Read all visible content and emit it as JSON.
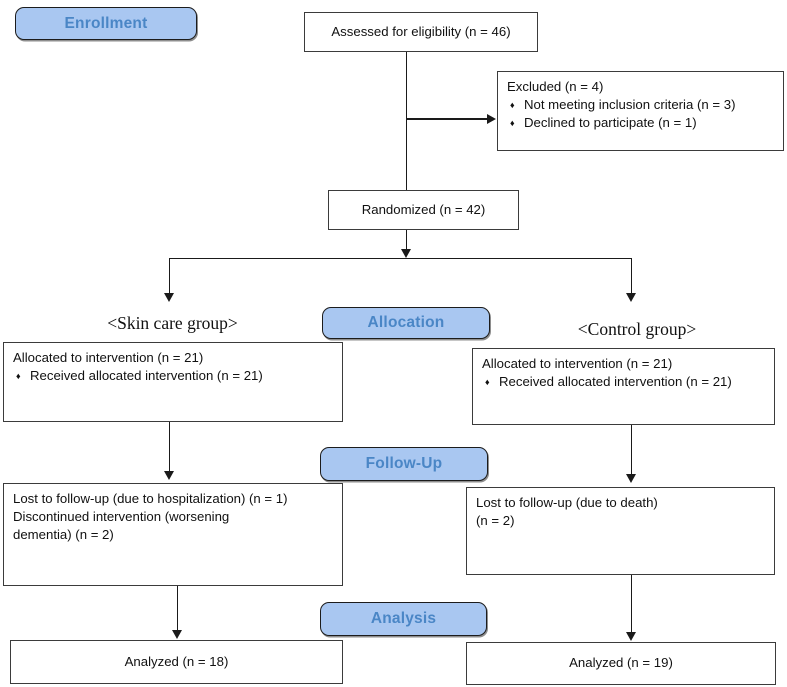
{
  "diagram_title": "CONSORT participant flow diagram",
  "bullet_char": "♦",
  "colors": {
    "stage_fill": "#a9c7f1",
    "stage_text": "#4a86c6",
    "box_border": "#3b3b3b",
    "line": "#1a1a1a",
    "background": "#ffffff"
  },
  "stages": {
    "enrollment": "Enrollment",
    "allocation": "Allocation",
    "followup": "Follow-Up",
    "analysis": "Analysis"
  },
  "boxes": {
    "assessed": {
      "text": "Assessed for eligibility (n = 46)"
    },
    "excluded": {
      "title": "Excluded (n = 4)",
      "bullets": [
        "Not meeting inclusion criteria (n = 3)",
        "Declined to participate (n = 1)"
      ]
    },
    "randomized": {
      "text": "Randomized (n = 42)"
    },
    "group_left_label": "<Skin care group>",
    "group_right_label": "<Control group>",
    "alloc_left": {
      "title": "Allocated to intervention (n = 21)",
      "bullets": [
        "Received allocated intervention (n = 21)"
      ]
    },
    "alloc_right": {
      "title": "Allocated to intervention (n = 21)",
      "bullets": [
        "Received allocated intervention (n = 21)"
      ]
    },
    "followup_left": {
      "lines": [
        "Lost to follow-up (due to hospitalization) (n = 1)",
        "Discontinued intervention (worsening dementia) (n = 2)"
      ]
    },
    "followup_right": {
      "lines": [
        "Lost to follow-up (due to death)",
        "(n = 2)"
      ]
    },
    "analyzed_left": {
      "text": "Analyzed (n = 18)"
    },
    "analyzed_right": {
      "text": "Analyzed (n = 19)"
    }
  }
}
